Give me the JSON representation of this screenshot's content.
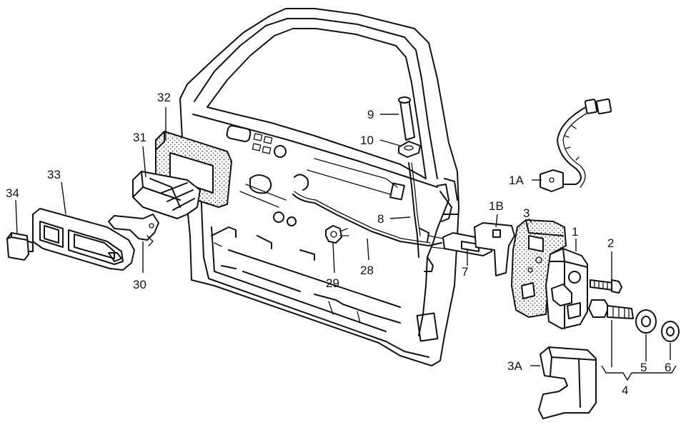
{
  "labels": {
    "l1": "1",
    "l1A": "1A",
    "l1B": "1B",
    "l2": "2",
    "l3": "3",
    "l3A": "3A",
    "l4": "4",
    "l5": "5",
    "l6": "6",
    "l7": "7",
    "l8": "8",
    "l9": "9",
    "l10": "10",
    "l28": "28",
    "l29": "29",
    "l30": "30",
    "l31": "31",
    "l32": "32",
    "l33": "33",
    "l34": "34"
  }
}
